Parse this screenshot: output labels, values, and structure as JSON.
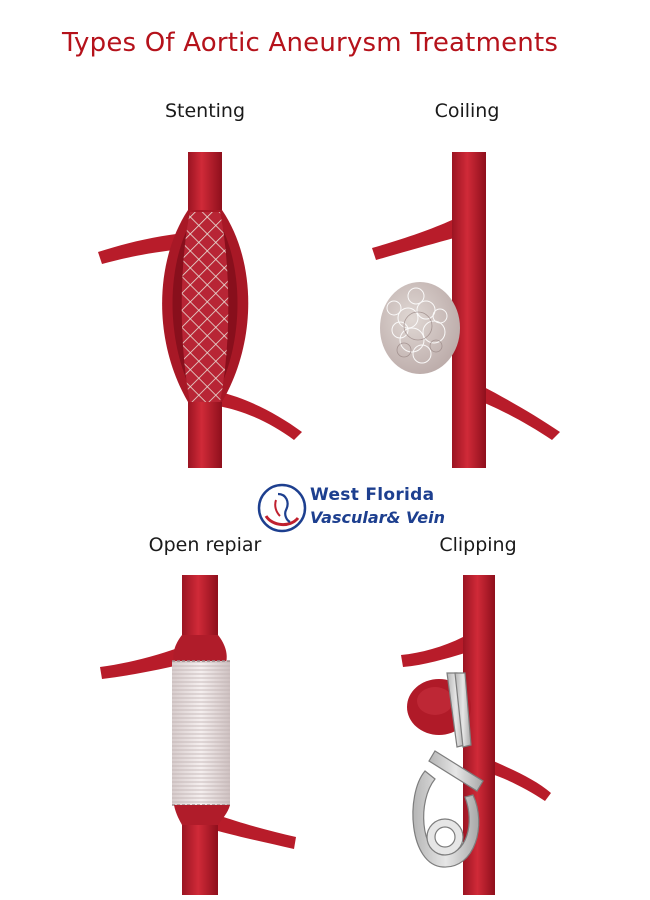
{
  "title": "Types Of Aortic Aneurysm Treatments",
  "panels": [
    {
      "label": "Stenting"
    },
    {
      "label": "Coiling"
    },
    {
      "label": "Open repiar"
    },
    {
      "label": "Clipping"
    }
  ],
  "logo": {
    "line1": "West Florida",
    "line2": "Vascular& Vein"
  },
  "colors": {
    "title": "#b5121b",
    "vessel": "#c0202e",
    "vessel_dark": "#8e0f1c",
    "graft": "#eee6e6",
    "clip": "#c9c9c9",
    "logo_blue": "#1d3f8f"
  }
}
